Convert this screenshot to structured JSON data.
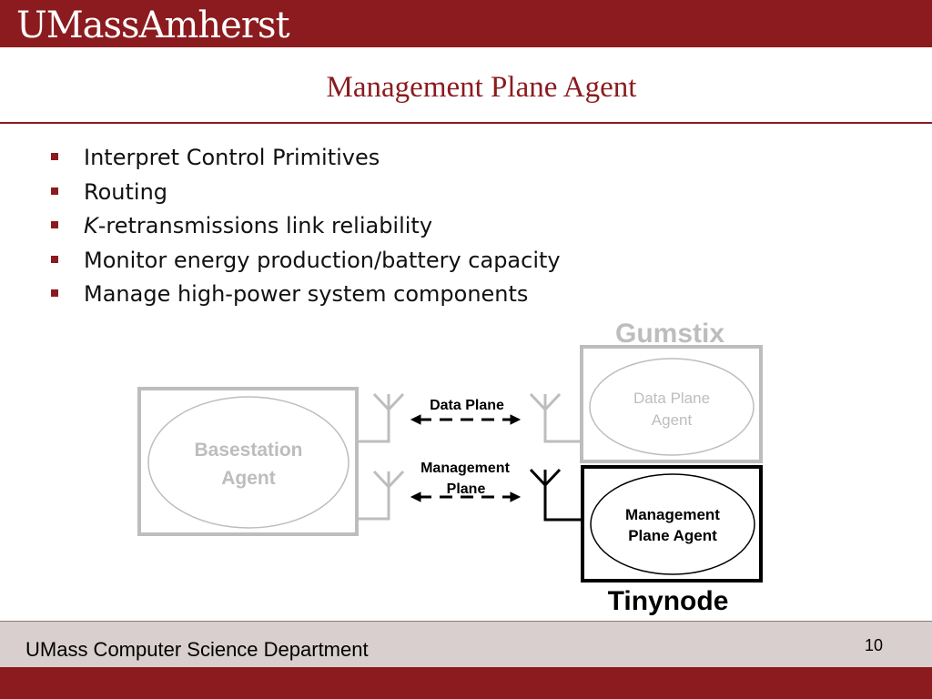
{
  "header": {
    "logo_text": "UMassAmherst"
  },
  "slide": {
    "title": "Management Plane Agent",
    "bullets": [
      {
        "prefix_italic": "",
        "text": "Interpret Control Primitives"
      },
      {
        "prefix_italic": "",
        "text": "Routing"
      },
      {
        "prefix_italic": "K",
        "text": "-retransmissions link reliability"
      },
      {
        "prefix_italic": "",
        "text": "Monitor energy production/battery capacity"
      },
      {
        "prefix_italic": "",
        "text": "Manage high-power system components"
      }
    ]
  },
  "diagram": {
    "basestation": {
      "label_line1": "Basestation",
      "label_line2": "Agent"
    },
    "gumstix": {
      "label": "Gumstix",
      "agent_line1": "Data Plane",
      "agent_line2": "Agent"
    },
    "tinynode": {
      "label": "Tinynode",
      "agent_line1": "Management",
      "agent_line2": "Plane Agent"
    },
    "links": {
      "data_plane": "Data Plane",
      "management_line1": "Management",
      "management_line2": "Plane"
    },
    "colors": {
      "inactive": "#bdbdbd",
      "active": "#000000"
    }
  },
  "footer": {
    "department": "UMass Computer Science Department",
    "page_number": "10"
  }
}
